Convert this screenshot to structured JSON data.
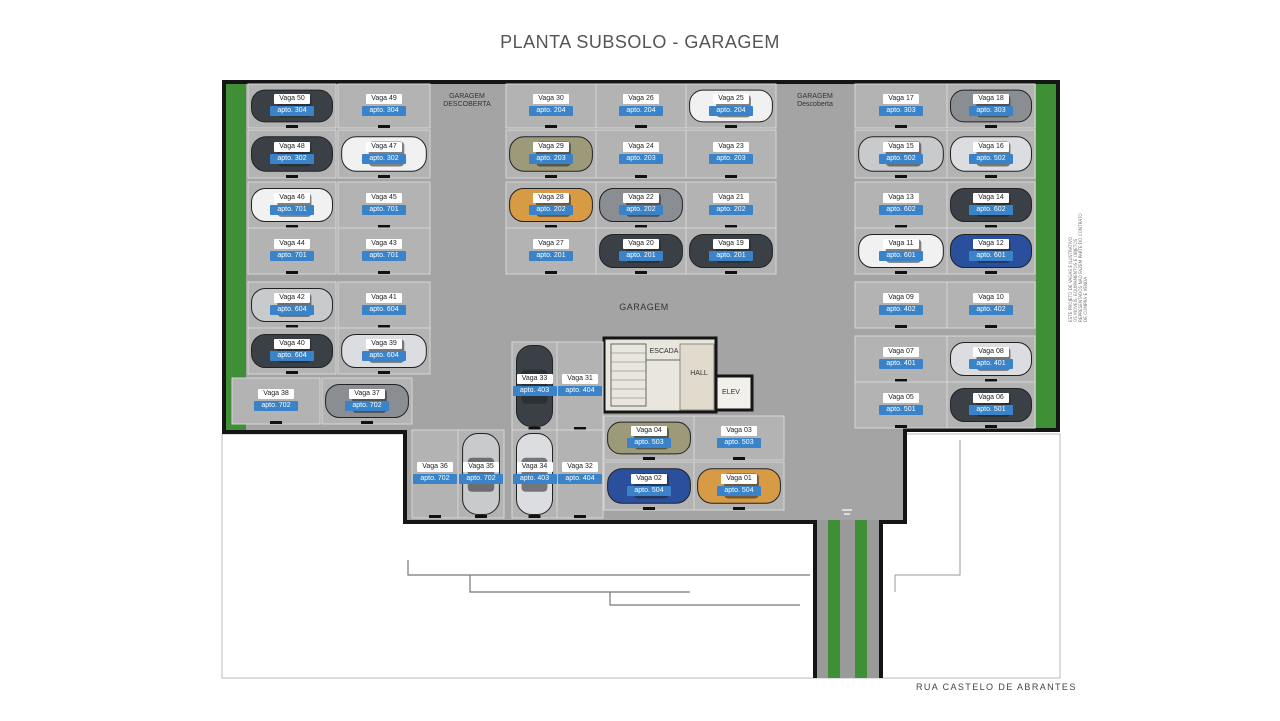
{
  "title": "PLANTA SUBSOLO - GARAGEM",
  "street": "RUA CASTELO DE ABRANTES",
  "area_labels": {
    "garagem": "GARAGEM",
    "descoberta_left": "GARAGEM\nDESCOBERTA",
    "descoberta_right": "GARAGEM\nDescoberta",
    "escada": "ESCADA",
    "hall": "HALL",
    "elev": "ELEV"
  },
  "side_notes": [
    "ESTE PROJETO DE VAGAS É ILUSTRATIVO",
    "OS MÓVEIS, EQUIPAMENTOS E OBJETOS",
    "REPRESENTADOS NÃO FAZEM PARTE DO CONTRATO",
    "DE COMPRA E VENDA"
  ],
  "spots": [
    {
      "n": "Vaga 50",
      "apto": "apto. 304",
      "car": "dark"
    },
    {
      "n": "Vaga 49",
      "apto": "apto. 304",
      "car": null
    },
    {
      "n": "Vaga 30",
      "apto": "apto. 204",
      "car": null
    },
    {
      "n": "Vaga 26",
      "apto": "apto. 204",
      "car": null
    },
    {
      "n": "Vaga 25",
      "apto": "apto. 204",
      "car": "white"
    },
    {
      "n": "Vaga 17",
      "apto": "apto. 303",
      "car": null
    },
    {
      "n": "Vaga 18",
      "apto": "apto. 303",
      "car": "grey"
    },
    {
      "n": "Vaga 48",
      "apto": "apto. 302",
      "car": "dark"
    },
    {
      "n": "Vaga 47",
      "apto": "apto. 302",
      "car": "white"
    },
    {
      "n": "Vaga 29",
      "apto": "apto. 203",
      "car": "olive"
    },
    {
      "n": "Vaga 24",
      "apto": "apto. 203",
      "car": null
    },
    {
      "n": "Vaga 23",
      "apto": "apto. 203",
      "car": null
    },
    {
      "n": "Vaga 15",
      "apto": "apto. 502",
      "car": "silver"
    },
    {
      "n": "Vaga 16",
      "apto": "apto. 502",
      "car": "lightgrey"
    },
    {
      "n": "Vaga 46",
      "apto": "apto. 701",
      "car": "white"
    },
    {
      "n": "Vaga 45",
      "apto": "apto. 701",
      "car": null
    },
    {
      "n": "Vaga 28",
      "apto": "apto. 202",
      "car": "orange"
    },
    {
      "n": "Vaga 22",
      "apto": "apto. 202",
      "car": "grey"
    },
    {
      "n": "Vaga 21",
      "apto": "apto. 202",
      "car": null
    },
    {
      "n": "Vaga 13",
      "apto": "apto. 602",
      "car": null
    },
    {
      "n": "Vaga 14",
      "apto": "apto. 602",
      "car": "dark"
    },
    {
      "n": "Vaga 44",
      "apto": "apto. 701",
      "car": null
    },
    {
      "n": "Vaga 43",
      "apto": "apto. 701",
      "car": null
    },
    {
      "n": "Vaga 27",
      "apto": "apto. 201",
      "car": null
    },
    {
      "n": "Vaga 20",
      "apto": "apto. 201",
      "car": "dark"
    },
    {
      "n": "Vaga 19",
      "apto": "apto. 201",
      "car": "dark"
    },
    {
      "n": "Vaga 11",
      "apto": "apto. 601",
      "car": "white"
    },
    {
      "n": "Vaga 12",
      "apto": "apto. 601",
      "car": "blue"
    },
    {
      "n": "Vaga 42",
      "apto": "apto. 604",
      "car": "silver"
    },
    {
      "n": "Vaga 41",
      "apto": "apto. 604",
      "car": null
    },
    {
      "n": "Vaga 09",
      "apto": "apto. 402",
      "car": null
    },
    {
      "n": "Vaga 10",
      "apto": "apto. 402",
      "car": null
    },
    {
      "n": "Vaga 40",
      "apto": "apto. 604",
      "car": "dark"
    },
    {
      "n": "Vaga 39",
      "apto": "apto. 604",
      "car": "lightgrey"
    },
    {
      "n": "Vaga 07",
      "apto": "apto. 401",
      "car": null
    },
    {
      "n": "Vaga 08",
      "apto": "apto. 401",
      "car": "lightgrey"
    },
    {
      "n": "Vaga 38",
      "apto": "apto. 702",
      "car": null
    },
    {
      "n": "Vaga 37",
      "apto": "apto. 702",
      "car": "grey"
    },
    {
      "n": "Vaga 33",
      "apto": "apto. 403",
      "car": "dark"
    },
    {
      "n": "Vaga 31",
      "apto": "apto. 404",
      "car": null
    },
    {
      "n": "Vaga 05",
      "apto": "apto. 501",
      "car": null
    },
    {
      "n": "Vaga 06",
      "apto": "apto. 501",
      "car": "dark"
    },
    {
      "n": "Vaga 04",
      "apto": "apto. 503",
      "car": "olive"
    },
    {
      "n": "Vaga 03",
      "apto": "apto. 503",
      "car": null
    },
    {
      "n": "Vaga 36",
      "apto": "apto. 702",
      "car": null
    },
    {
      "n": "Vaga 35",
      "apto": "apto. 702",
      "car": "silver"
    },
    {
      "n": "Vaga 34",
      "apto": "apto. 403",
      "car": "lightgrey"
    },
    {
      "n": "Vaga 32",
      "apto": "apto. 404",
      "car": null
    },
    {
      "n": "Vaga 02",
      "apto": "apto. 504",
      "car": "blue"
    },
    {
      "n": "Vaga 01",
      "apto": "apto. 504",
      "car": "orange"
    }
  ],
  "colors": {
    "wall": "#151515",
    "floor": "#a4a4a4",
    "stall": "#b3b3b3",
    "grass": "#3f8f36",
    "tag": "#3a83c9",
    "dark": "#3b4047",
    "white": "#f1f1f1",
    "grey": "#8a8d92",
    "silver": "#c9cacc",
    "lightgrey": "#dcdde0",
    "blue": "#2a4f9c",
    "orange": "#d79a45",
    "olive": "#9c9a78"
  }
}
